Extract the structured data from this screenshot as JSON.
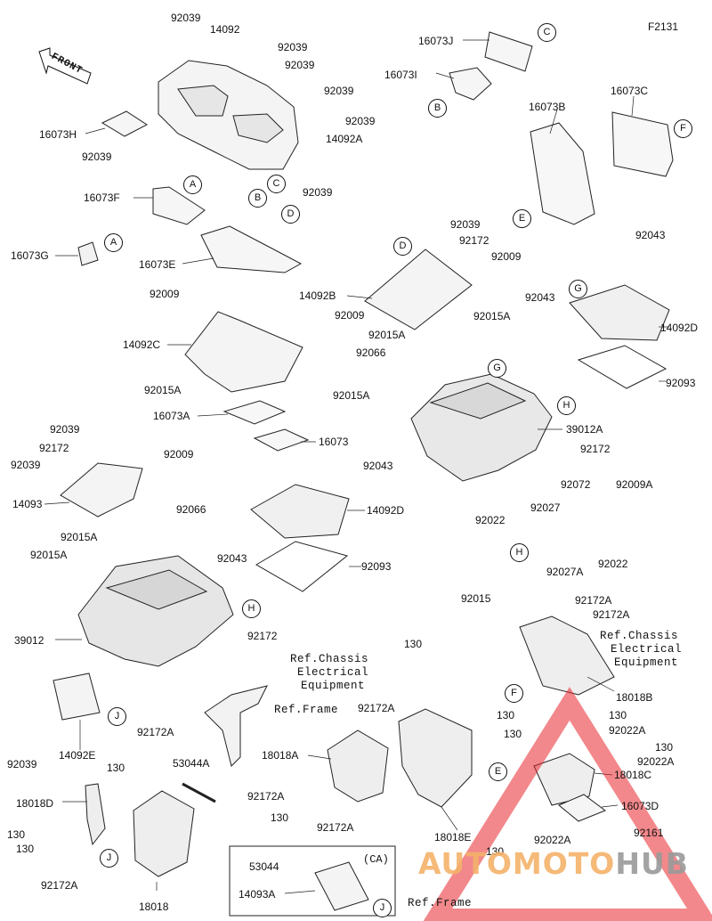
{
  "figure_id": "F2131",
  "front_label": "FRONT",
  "ca_label": "(CA)",
  "watermark": {
    "part1": "AUTOMOTO",
    "part2": "HUB"
  },
  "callouts": [
    "A",
    "B",
    "C",
    "D",
    "E",
    "F",
    "G",
    "H",
    "J"
  ],
  "refs": {
    "chassis_electrical_mid": "Ref.Chassis\n Electrical\n Equipment",
    "chassis_electrical_right": "Ref.Chassis\n  Electrical\n  Equipment",
    "frame_left": "Ref.Frame",
    "frame_bottom": "Ref.Frame"
  },
  "parts": [
    "92039",
    "14092",
    "92039",
    "92039",
    "92039",
    "14092A",
    "92039",
    "92039",
    "92039",
    "16073H",
    "16073F",
    "16073G",
    "16073E",
    "16073J",
    "16073I",
    "16073B",
    "16073C",
    "92039",
    "92172",
    "92009",
    "92043",
    "92043",
    "14092B",
    "14092D",
    "92015A",
    "92015A",
    "92066",
    "92093",
    "39012A",
    "92172",
    "92009",
    "92009",
    "14092C",
    "92015A",
    "92015A",
    "16073A",
    "16073",
    "92039",
    "92172",
    "92039",
    "92009",
    "14093",
    "92043",
    "92066",
    "14092D",
    "92015A",
    "92015A",
    "92043",
    "92093",
    "39012",
    "92172",
    "92072",
    "92009A",
    "92022",
    "92027",
    "92015",
    "92027A",
    "92022",
    "92172A",
    "92172A",
    "130",
    "18018B",
    "130",
    "130",
    "92022A",
    "130",
    "92022A",
    "130",
    "18018C",
    "16073D",
    "92161",
    "130",
    "92022A",
    "92172A",
    "18018A",
    "92172A",
    "130",
    "92172A",
    "18018E",
    "53044A",
    "92172A",
    "130",
    "18018D",
    "130",
    "130",
    "92172A",
    "18018",
    "92039",
    "14092E",
    "53044",
    "14093A"
  ]
}
